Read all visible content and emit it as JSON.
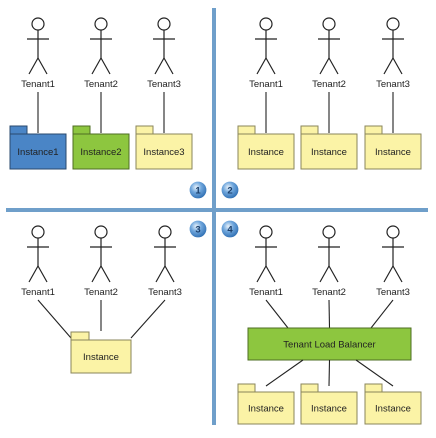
{
  "quadrants": {
    "q1": {
      "badge": "1",
      "tenants": [
        "Tenant1",
        "Tenant2",
        "Tenant3"
      ],
      "instances": [
        {
          "label": "Instance1",
          "color": "#4a85c6"
        },
        {
          "label": "Instance2",
          "color": "#8dc63f"
        },
        {
          "label": "Instance3",
          "color": "#fbf3a6"
        }
      ]
    },
    "q2": {
      "badge": "2",
      "tenants": [
        "Tenant1",
        "Tenant2",
        "Tenant3"
      ],
      "instances": [
        {
          "label": "Instance",
          "color": "#fbf3a6"
        },
        {
          "label": "Instance",
          "color": "#fbf3a6"
        },
        {
          "label": "Instance",
          "color": "#fbf3a6"
        }
      ]
    },
    "q3": {
      "badge": "3",
      "tenants": [
        "Tenant1",
        "Tenant2",
        "Tenant3"
      ],
      "instance": {
        "label": "Instance",
        "color": "#fbf3a6"
      }
    },
    "q4": {
      "badge": "4",
      "tenants": [
        "Tenant1",
        "Tenant2",
        "Tenant3"
      ],
      "load_balancer": {
        "label": "Tenant Load Balancer",
        "color": "#8dc63f"
      },
      "instances": [
        {
          "label": "Instance",
          "color": "#fbf3a6"
        },
        {
          "label": "Instance",
          "color": "#fbf3a6"
        },
        {
          "label": "Instance",
          "color": "#fbf3a6"
        }
      ]
    }
  },
  "colors": {
    "divider": "#6f9fca",
    "badge": "#3a7fc4",
    "stroke": "#222222"
  }
}
